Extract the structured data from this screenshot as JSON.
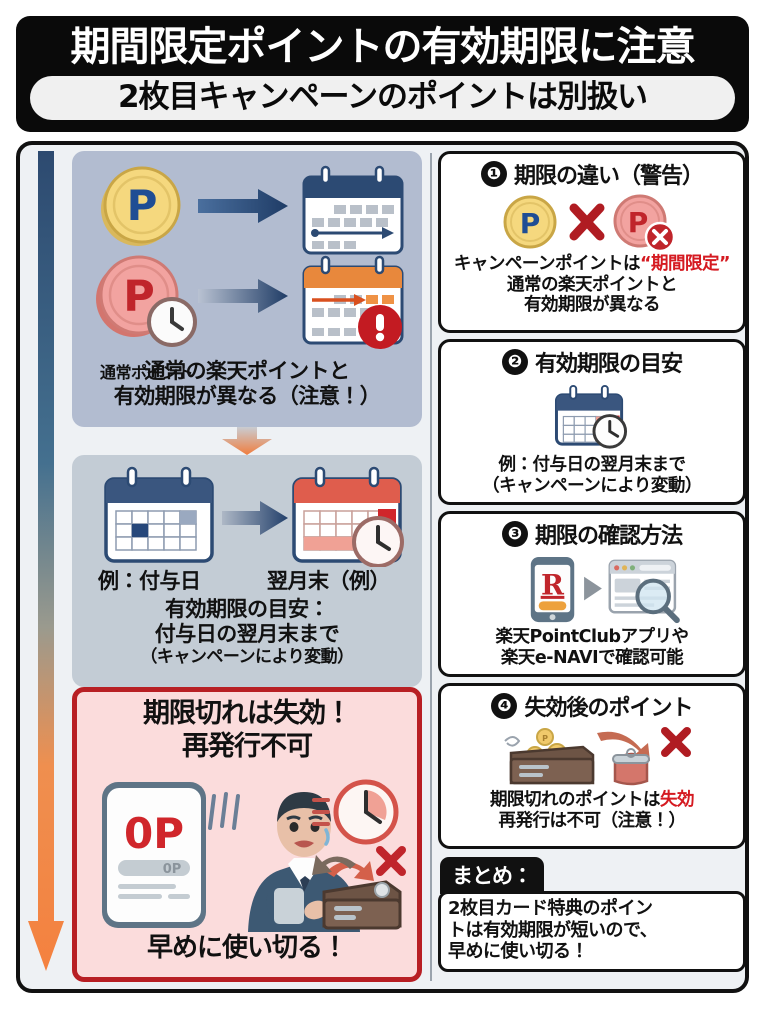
{
  "header": {
    "title": "期間限定ポイントの有効期限に注意",
    "subtitle": "2枚目キャンペーンのポイントは別扱い"
  },
  "left_column": {
    "panel1": {
      "coin_normal_label": "通常ポイント",
      "caption_line1": "通常の楽天ポイントと",
      "caption_line2": "有効期限が異なる（注意！）",
      "coin_normal_glyph": "P",
      "coin_limited_glyph": "P"
    },
    "panel2": {
      "cal_left_label": "例：付与日",
      "cal_right_label": "翌月末（例）",
      "caption_line1": "有効期限の目安：",
      "caption_line2": "付与日の翌月末まで",
      "caption_line3": "（キャンペーンにより変動）"
    },
    "panel3": {
      "title_line1": "期限切れは失効！",
      "title_line2": "再発行不可",
      "phone_big_text": "0P",
      "phone_small_text": "0P",
      "footer": "早めに使い切る！"
    }
  },
  "right_column": {
    "cards": [
      {
        "number": "❶",
        "title": "期限の違い（警告）",
        "body_line1_pre": "キャンペーンポイントは",
        "body_line1_hl": "“期間限定”",
        "body_line2": "通常の楽天ポイントと",
        "body_line3": "有効期限が異なる"
      },
      {
        "number": "❷",
        "title": "有効期限の目安",
        "body_line1": "例：付与日の翌月末まで",
        "body_line2": "（キャンペーンにより変動）"
      },
      {
        "number": "❸",
        "title": "期限の確認方法",
        "body_line1": "楽天PointClubアプリや",
        "body_line2": "楽天e-NAVIで確認可能",
        "phone_logo": "R"
      },
      {
        "number": "❹",
        "title": "失効後のポイント",
        "body_line1_pre": "期限切れのポイントは",
        "body_line1_hl": "失効",
        "body_line2": "再発行は不可（注意！）"
      }
    ],
    "summary": {
      "tab_label": "まとめ：",
      "line1": "2枚目カード特典のポイン",
      "line2": "トは有効期限が短いので、",
      "line3": "早めに使い切る！"
    }
  },
  "colors": {
    "header_bg": "#0a0a0a",
    "frame_bg": "#eef1f4",
    "panel_blue": "#b2bcd0",
    "panel_blue2": "#c3ccd5",
    "warn_bg": "#fbdcdc",
    "warn_border": "#b81f24",
    "accent_red": "#d51a21",
    "flow_top": "#2d4a70",
    "flow_bottom": "#f4813f",
    "coin_gold": "#f3d37a",
    "coin_red": "#ef9a9a"
  }
}
